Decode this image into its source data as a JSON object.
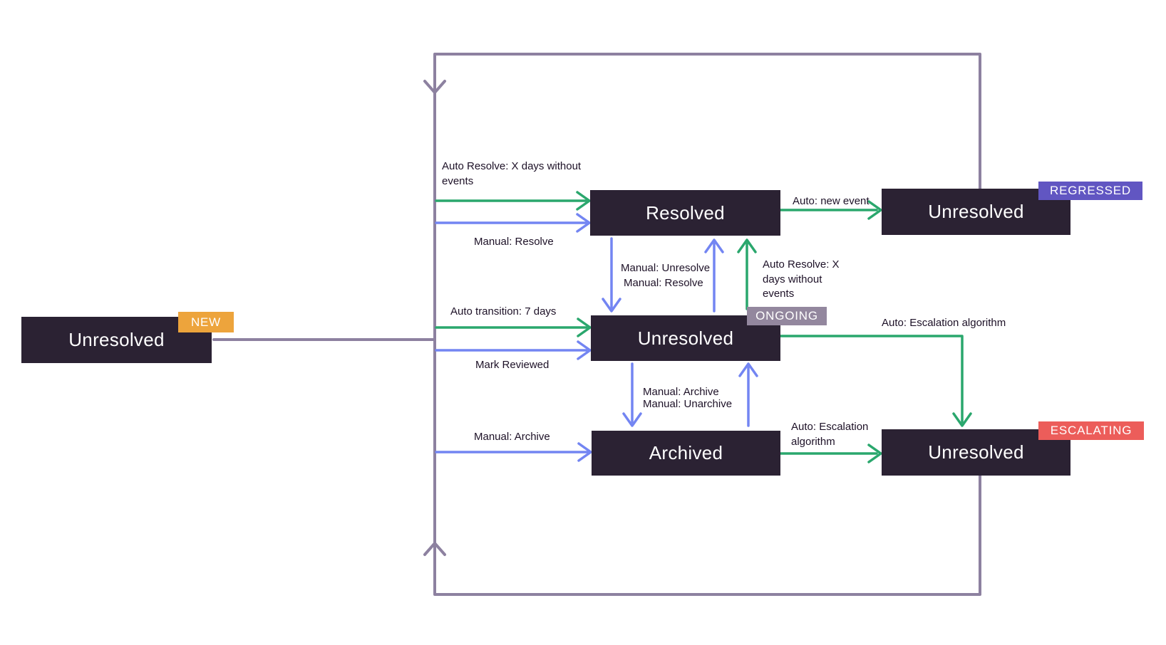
{
  "diagram": {
    "colors": {
      "background": "#ffffff",
      "node_fill": "#2b2233",
      "node_text": "#ffffff",
      "loop_line": "#8d81a0",
      "auto_edge_green": "#2aa76d",
      "manual_edge_blue": "#7385f2",
      "edge_label_text": "#1d1127",
      "badge_new": "#eda43c",
      "badge_ongoing": "#93879e",
      "badge_regressed": "#6156c2",
      "badge_escalating": "#ec5d5a"
    },
    "nodes": {
      "new": {
        "label": "Unresolved",
        "badge": "NEW"
      },
      "resolved": {
        "label": "Resolved"
      },
      "ongoing": {
        "label": "Unresolved",
        "badge": "ONGOING"
      },
      "archived": {
        "label": "Archived"
      },
      "regressed": {
        "label": "Unresolved",
        "badge": "REGRESSED"
      },
      "escalating": {
        "label": "Unresolved",
        "badge": "ESCALATING"
      }
    },
    "edge_labels": {
      "auto_resolve_into_resolved": "Auto Resolve: X days without\nevents",
      "manual_resolve_into_resolved": "Manual: Resolve",
      "manual_unresolve": "Manual: Unresolve",
      "manual_resolve_between": "Manual: Resolve",
      "auto_resolve_from_ongoing": "Auto Resolve: X\ndays without\nevents",
      "auto_new_event": "Auto: new event",
      "auto_transition_7_days": "Auto transition: 7 days",
      "mark_reviewed": "Mark Reviewed",
      "auto_escalation_from_ongoing": "Auto: Escalation algorithm",
      "manual_archive_between": "Manual: Archive",
      "manual_unarchive_between": "Manual: Unarchive",
      "manual_archive_into_archived": "Manual: Archive",
      "auto_escalation_from_archived": "Auto: Escalation\nalgorithm"
    }
  }
}
